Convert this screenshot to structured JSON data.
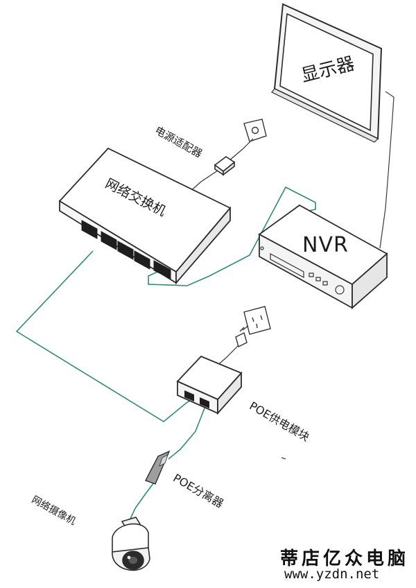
{
  "labels": {
    "monitor": "显示器",
    "power_adapter": "电源适配器",
    "network_switch": "网络交换机",
    "nvr": "NVR",
    "poe_module": "POE供电模块",
    "poe_splitter": "POE分离器",
    "network_camera": "网络摄像机"
  },
  "watermark": {
    "title": "蒂店亿众电脑",
    "url": "www.yzdn.net"
  },
  "colors": {
    "device_line": "#3a3a3a",
    "network_cable": "#2e8a74",
    "background": "#ffffff"
  }
}
